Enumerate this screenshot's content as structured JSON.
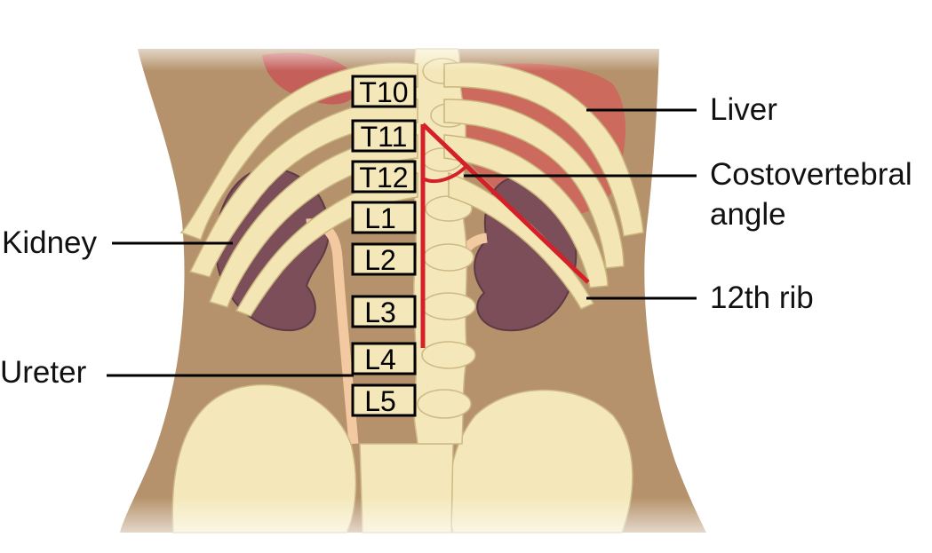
{
  "colors": {
    "skin": "#b5926b",
    "bone": "#f4e8ba",
    "kidney": "#7b4e5a",
    "liver": "#cd6a5e",
    "ureter": "#f2c9a0",
    "angle_marker": "#d5202a",
    "text": "#111111"
  },
  "vertebrae": [
    "T10",
    "T11",
    "T12",
    "L1",
    "L2",
    "L3",
    "L4",
    "L5"
  ],
  "callouts": {
    "liver": "Liver",
    "costovertebral_line1": "Costovertebral",
    "costovertebral_line2": "angle",
    "twelfth_rib": "12th rib",
    "kidney": "Kidney",
    "ureter": "Ureter"
  }
}
